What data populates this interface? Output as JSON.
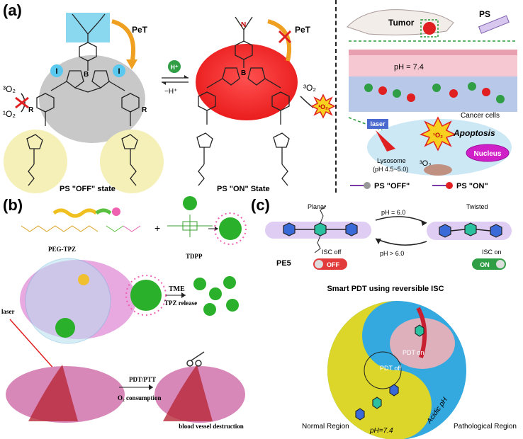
{
  "panel_a": {
    "label": "(a)",
    "pet_left": "PeT",
    "pet_right": "PeT",
    "o2_triplet": "³O₂",
    "o2_singlet": "¹O₂",
    "o2_triplet_right": "³O₂",
    "singlet_burst": "¹O₂",
    "h_plus": "H⁺",
    "minus_h": "−H⁺",
    "r_label": "R",
    "iodine": "I",
    "state_off": "PS \"OFF\" state",
    "state_on": "PS \"ON\" State",
    "tumor": "Tumor",
    "ps": "PS",
    "ph_tissue": "pH = 7.4",
    "cancer_cells": "Cancer cells",
    "laser": "laser",
    "apoptosis": "Apoptosis",
    "burst_right": "¹O₂",
    "o2_lysosome": "³O₂",
    "lysosome": "Lysosome",
    "lysosome_ph": "(pH 4.5~5.0)",
    "nucleus": "Nucleus",
    "legend_off": "PS \"OFF\"",
    "legend_on": "PS \"ON\""
  },
  "panel_b": {
    "label": "(b)",
    "peg_tpz": "PEG-TPZ",
    "tdpp": "TDPP",
    "tme": "TME",
    "tpz_release": "TPZ release",
    "laser": "laser",
    "pdt_ptt": "PDT/PTT",
    "o2_consumption": "O₂ consumption",
    "vessel_destruction": "blood vessel destruction"
  },
  "panel_c": {
    "label": "(c)",
    "planar": "Planar",
    "twisted": "Twisted",
    "ph_eq": "pH = 6.0",
    "ph_gt": "pH > 6.0",
    "pe5": "PE5",
    "isc_off": "ISC off",
    "isc_on": "ISC on",
    "toggle_off": "OFF",
    "toggle_on": "ON",
    "smart_title": "Smart PDT using reversible ISC",
    "pdt_on": "PDT on",
    "pdt_off": "PDT off",
    "normal_region": "Normal Region",
    "ph_normal": "pH=7.4",
    "acidic_ph": "Acidic pH",
    "pathological_region": "Pathological Region"
  },
  "colors": {
    "off_gray": "#c8c8c8",
    "on_red": "#e83030",
    "highlight_blue": "#8ad8f0",
    "yellow_circle": "#f5f0b8",
    "yin_yellow": "#dcd62a",
    "yin_blue": "#33a9e0",
    "lysosome_blue": "#cce8f5"
  }
}
